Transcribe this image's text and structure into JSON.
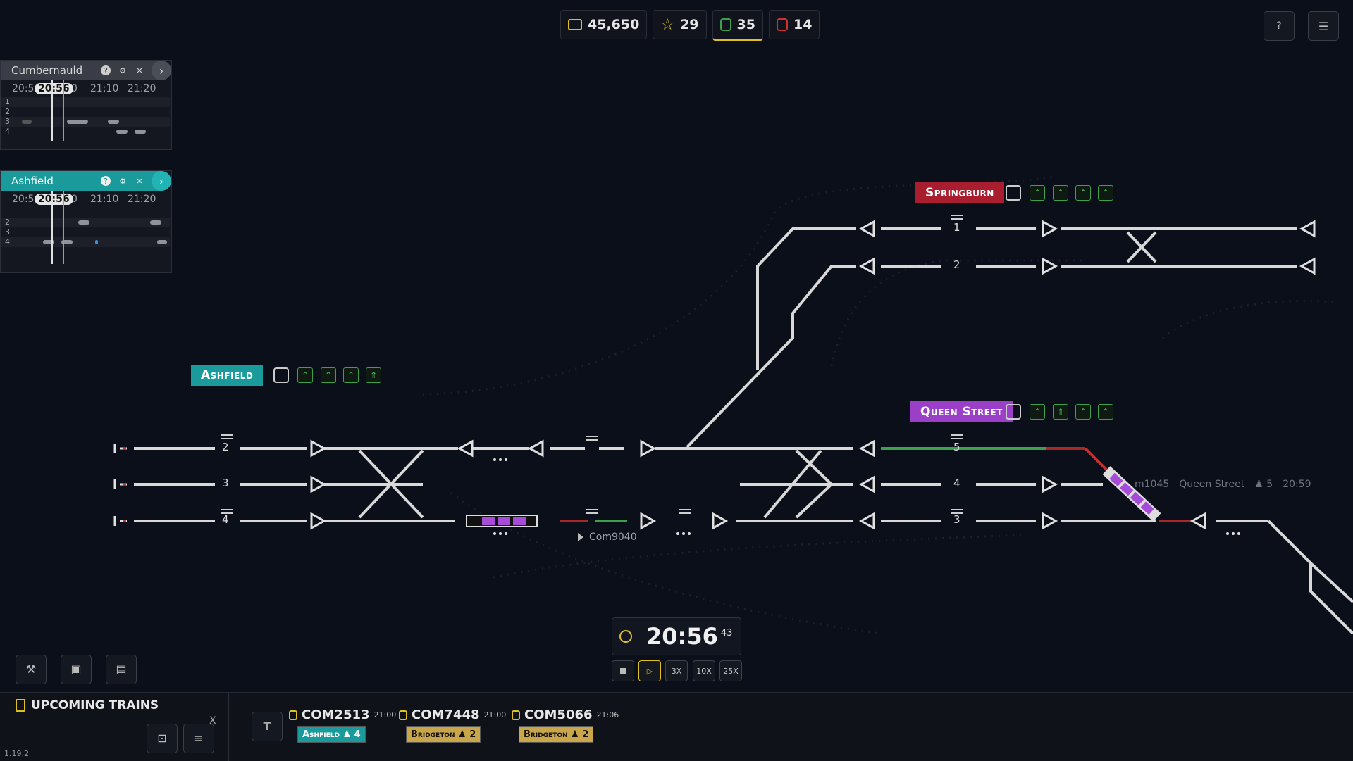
{
  "stats": {
    "money": "45,650",
    "rating": "29",
    "trains_ok": "35",
    "trains_late": "14"
  },
  "panels": [
    {
      "name": "Cumbernauld",
      "times": [
        "20:5",
        "0",
        "21:10",
        "21:20"
      ],
      "current": "20:56",
      "rows": [
        "1",
        "2",
        "3",
        "4"
      ]
    },
    {
      "name": "Ashfield",
      "times": [
        "20:5",
        "0",
        "21:10",
        "21:20"
      ],
      "current": "20:56",
      "rows": [
        "2",
        "3",
        "4"
      ]
    }
  ],
  "stations": {
    "ashfield": "Ashfield",
    "springburn": "Springburn",
    "queen_street": "Queen Street"
  },
  "platforms": {
    "a2": "2",
    "a3": "3",
    "a4": "4",
    "s1": "1",
    "s2": "2",
    "q5": "5",
    "q4": "4",
    "q3": "3"
  },
  "trains_on_map": {
    "com9040": "Com9040",
    "m1045": "m1045",
    "m1045_dest": "Queen Street",
    "m1045_plat": "5",
    "m1045_time": "20:59"
  },
  "clock": {
    "time": "20:56",
    "seconds": "43"
  },
  "speed_controls": [
    "3X",
    "10X",
    "25X"
  ],
  "upcoming": {
    "title": "UPCOMING TRAINS",
    "close": "X",
    "filter_t": "T",
    "trains": [
      {
        "id": "COM2513",
        "time": "21:00",
        "station": "Ashfield",
        "platform": "4"
      },
      {
        "id": "COM7448",
        "time": "21:00",
        "station": "Bridgeton",
        "platform": "2"
      },
      {
        "id": "COM5066",
        "time": "21:06",
        "station": "Bridgeton",
        "platform": "2"
      }
    ]
  },
  "version": "1.19.2",
  "colors": {
    "ashfield": "#1a9a9a",
    "springburn": "#a81e2e",
    "queen_street": "#9b3fc8",
    "bridgeton": "#c9a64a",
    "signal_green": "#3da04a"
  }
}
